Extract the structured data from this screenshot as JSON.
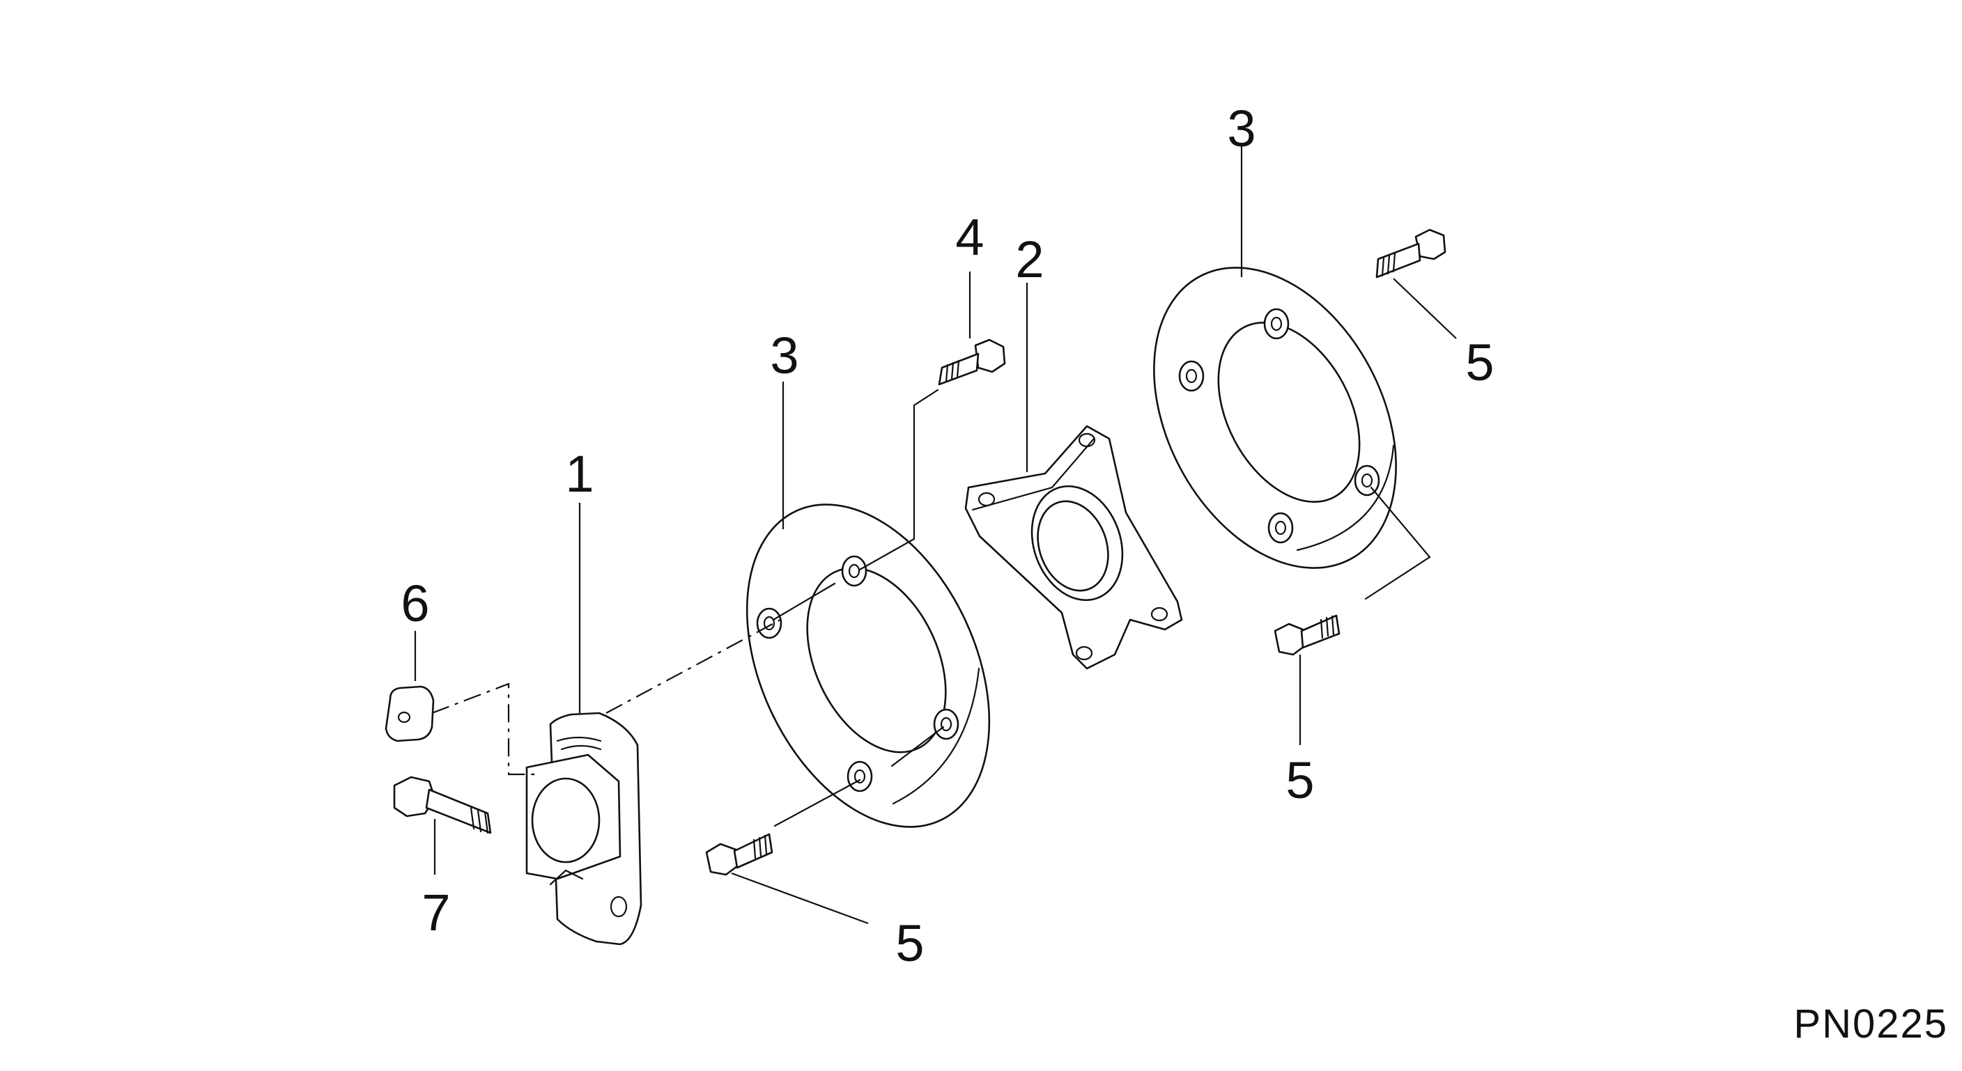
{
  "callouts": {
    "c1": "1",
    "c2": "2",
    "c3a": "3",
    "c3b": "3",
    "c4": "4",
    "c5a": "5",
    "c5b": "5",
    "c5c": "5",
    "c6": "6",
    "c7": "7"
  },
  "figure_id": "PN0225",
  "parts": [
    {
      "ref": "1",
      "shape": "bracket"
    },
    {
      "ref": "2",
      "shape": "diamond-flange"
    },
    {
      "ref": "3",
      "shape": "ring-plate"
    },
    {
      "ref": "4",
      "shape": "bolt"
    },
    {
      "ref": "5",
      "shape": "bolt"
    },
    {
      "ref": "6",
      "shape": "nut"
    },
    {
      "ref": "7",
      "shape": "bolt"
    }
  ]
}
